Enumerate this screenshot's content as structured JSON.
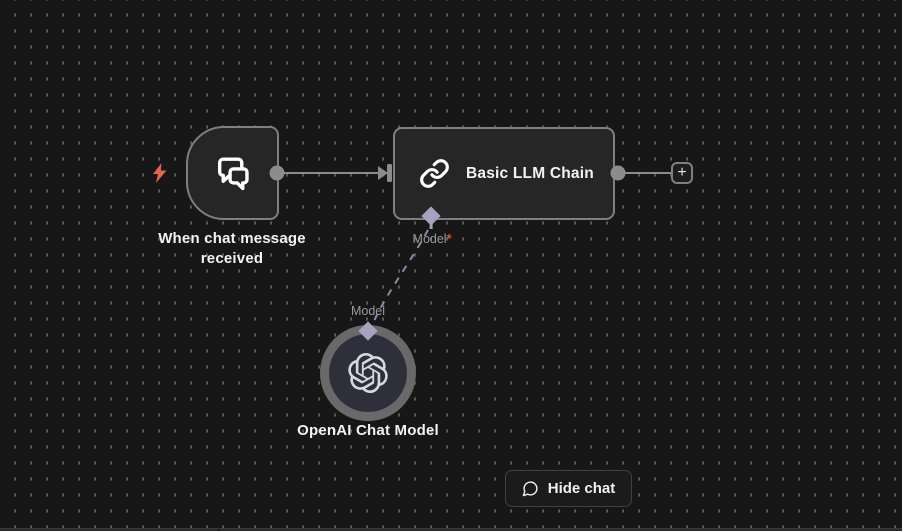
{
  "app": {
    "name": "workflow-canvas"
  },
  "colors": {
    "canvas_bg": "#171717",
    "grid_dot": "#575757",
    "node_bg": "#262626",
    "node_border": "#7f7f7f",
    "connector_gray": "#8c8c8c",
    "ai_port_diamond": "#a6a1bf",
    "dashed_link": "#8d88a6",
    "trigger_bolt": "#e0674f",
    "required_marker_red": "#e0503c",
    "muted_label": "#9a9a9a",
    "node_text": "#f2f2f2",
    "openai_ring": "#696969",
    "openai_inner": "#2e2f3a"
  },
  "nodes": {
    "trigger": {
      "label": "When chat message received",
      "icon": "chat-bubbles-icon"
    },
    "llm_chain": {
      "label": "Basic LLM Chain",
      "icon": "link-icon"
    },
    "openai": {
      "label": "OpenAI Chat Model",
      "icon": "openai-icon"
    }
  },
  "ports": {
    "llm_model_input_label": "Model",
    "llm_model_required_marker": "*",
    "openai_model_output_label": "Model"
  },
  "actions": {
    "add_node_label": "+",
    "hide_chat_label": "Hide chat"
  }
}
